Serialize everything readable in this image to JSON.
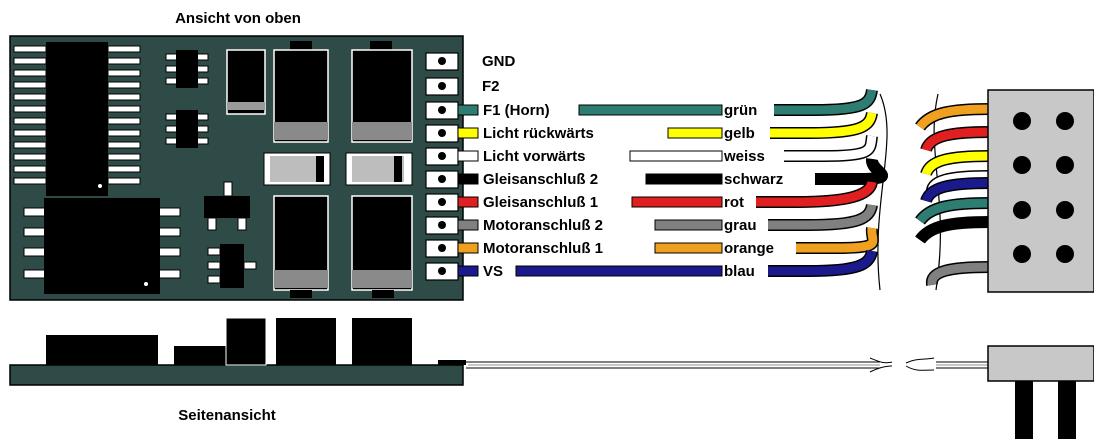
{
  "title_top": "Ansicht von oben",
  "title_side": "Seitenansicht",
  "colors": {
    "pcb": "#2f4b47",
    "teal": "#2e7d72",
    "yellow": "#ffff00",
    "white": "#ffffff",
    "black": "#000000",
    "red": "#e02020",
    "grey": "#808080",
    "orange": "#f0a020",
    "blue": "#1a1a8c",
    "connector": "#c8c8c8"
  },
  "top_pins": [
    {
      "label": "GND"
    },
    {
      "label": "F2"
    }
  ],
  "wires": [
    {
      "pin_label": "F1 (Horn)",
      "color_name": "grün",
      "color_key": "teal"
    },
    {
      "pin_label": "Licht rückwärts",
      "color_name": "gelb",
      "color_key": "yellow"
    },
    {
      "pin_label": "Licht vorwärts",
      "color_name": "weiss",
      "color_key": "white"
    },
    {
      "pin_label": "Gleisanschluß 2",
      "color_name": "schwarz",
      "color_key": "black"
    },
    {
      "pin_label": "Gleisanschluß 1",
      "color_name": "rot",
      "color_key": "red"
    },
    {
      "pin_label": "Motoranschluß 2",
      "color_name": "grau",
      "color_key": "grey"
    },
    {
      "pin_label": "Motoranschluß 1",
      "color_name": "orange",
      "color_key": "orange"
    },
    {
      "pin_label": "VS",
      "color_name": "blau",
      "color_key": "blue"
    }
  ]
}
